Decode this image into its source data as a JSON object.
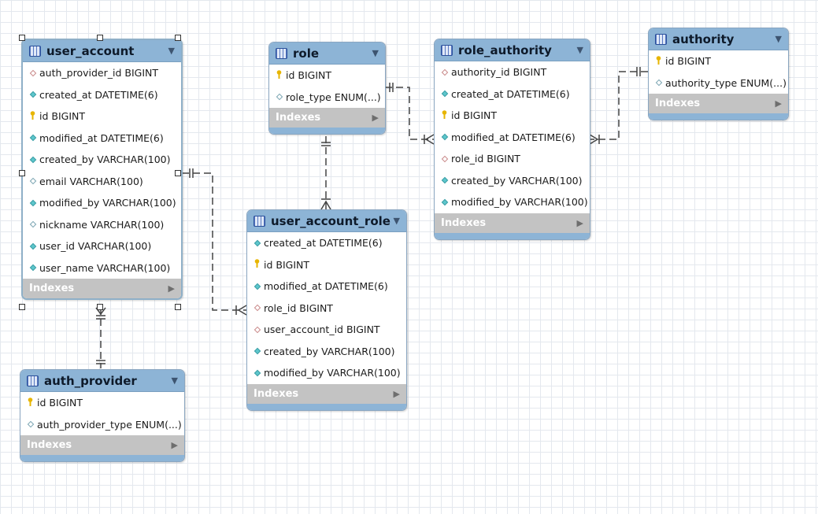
{
  "colors": {
    "header": "#8db4d6",
    "connector": "#444444",
    "indexes_bar": "#c3c3c3",
    "key": "#e7b500"
  },
  "tables": {
    "user_account": {
      "name": "user_account",
      "columns": [
        {
          "label": "auth_provider_id BIGINT",
          "icon": "fk"
        },
        {
          "label": "created_at DATETIME(6)",
          "icon": "nn"
        },
        {
          "label": "id BIGINT",
          "icon": "pk"
        },
        {
          "label": "modified_at DATETIME(6)",
          "icon": "nn"
        },
        {
          "label": "created_by VARCHAR(100)",
          "icon": "nn"
        },
        {
          "label": "email VARCHAR(100)",
          "icon": "nl"
        },
        {
          "label": "modified_by VARCHAR(100)",
          "icon": "nn"
        },
        {
          "label": "nickname VARCHAR(100)",
          "icon": "nl"
        },
        {
          "label": "user_id VARCHAR(100)",
          "icon": "nn"
        },
        {
          "label": "user_name VARCHAR(100)",
          "icon": "nn"
        }
      ],
      "indexes": "Indexes"
    },
    "role": {
      "name": "role",
      "columns": [
        {
          "label": "id BIGINT",
          "icon": "pk"
        },
        {
          "label": "role_type ENUM(...)",
          "icon": "nl"
        }
      ],
      "indexes": "Indexes"
    },
    "role_authority": {
      "name": "role_authority",
      "columns": [
        {
          "label": "authority_id BIGINT",
          "icon": "fk"
        },
        {
          "label": "created_at DATETIME(6)",
          "icon": "nn"
        },
        {
          "label": "id BIGINT",
          "icon": "pk"
        },
        {
          "label": "modified_at DATETIME(6)",
          "icon": "nn"
        },
        {
          "label": "role_id BIGINT",
          "icon": "fk"
        },
        {
          "label": "created_by VARCHAR(100)",
          "icon": "nn"
        },
        {
          "label": "modified_by VARCHAR(100)",
          "icon": "nn"
        }
      ],
      "indexes": "Indexes"
    },
    "authority": {
      "name": "authority",
      "columns": [
        {
          "label": "id BIGINT",
          "icon": "pk"
        },
        {
          "label": "authority_type ENUM(...)",
          "icon": "nl"
        }
      ],
      "indexes": "Indexes"
    },
    "user_account_role": {
      "name": "user_account_role",
      "columns": [
        {
          "label": "created_at DATETIME(6)",
          "icon": "nn"
        },
        {
          "label": "id BIGINT",
          "icon": "pk"
        },
        {
          "label": "modified_at DATETIME(6)",
          "icon": "nn"
        },
        {
          "label": "role_id BIGINT",
          "icon": "fk"
        },
        {
          "label": "user_account_id BIGINT",
          "icon": "fk"
        },
        {
          "label": "created_by VARCHAR(100)",
          "icon": "nn"
        },
        {
          "label": "modified_by VARCHAR(100)",
          "icon": "nn"
        }
      ],
      "indexes": "Indexes"
    },
    "auth_provider": {
      "name": "auth_provider",
      "columns": [
        {
          "label": "id BIGINT",
          "icon": "pk"
        },
        {
          "label": "auth_provider_type ENUM(...)",
          "icon": "nl"
        }
      ],
      "indexes": "Indexes"
    }
  }
}
